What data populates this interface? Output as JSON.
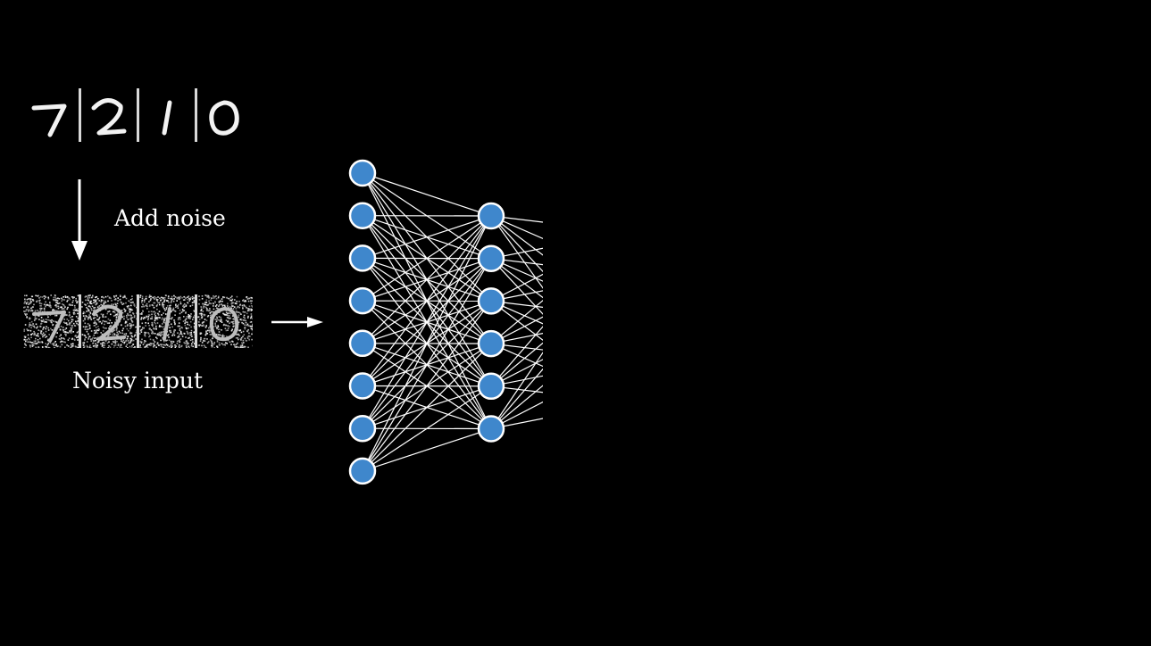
{
  "labels": {
    "add_noise": "Add noise",
    "noisy_input": "Noisy input"
  },
  "digits": [
    "7",
    "2",
    "1",
    "0"
  ],
  "network": {
    "layer_sizes": [
      8,
      6
    ],
    "node_color": "#3f87cc",
    "edge_color": "#ffffff"
  },
  "colors": {
    "background": "#000000",
    "text": "#ffffff",
    "arrow": "#ffffff"
  }
}
